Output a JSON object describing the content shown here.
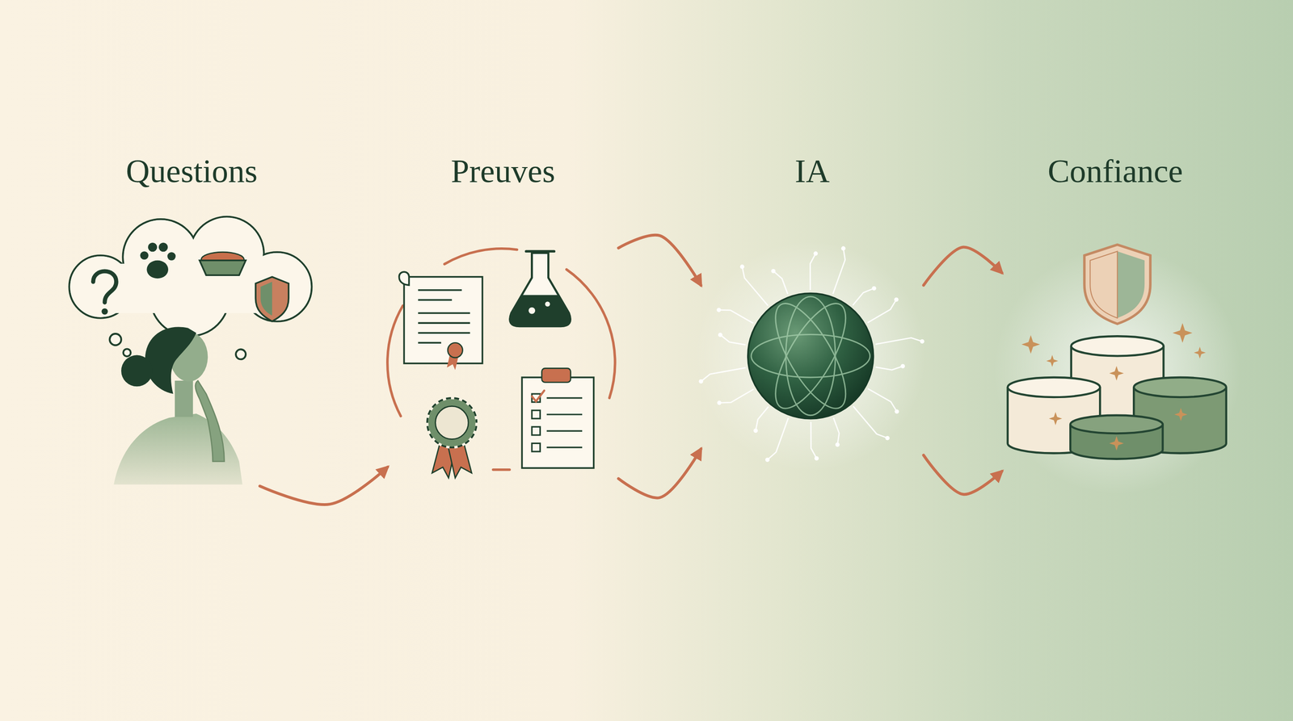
{
  "diagram": {
    "nodes": [
      {
        "text": [
          "Questions"
        ]
      },
      {
        "text": [
          "Preuves"
        ]
      },
      {
        "text": [
          "IA"
        ]
      },
      {
        "text": [
          "Confiance"
        ]
      }
    ],
    "edges": [
      {
        "from": 0,
        "to": 1,
        "arrow": "to"
      },
      {
        "from": 1,
        "to": 2,
        "arrow": "to"
      },
      {
        "from": 1,
        "to": 2,
        "arrow": "to"
      },
      {
        "from": 2,
        "to": 3,
        "arrow": "to"
      },
      {
        "from": 2,
        "to": 3,
        "arrow": "to"
      }
    ]
  }
}
